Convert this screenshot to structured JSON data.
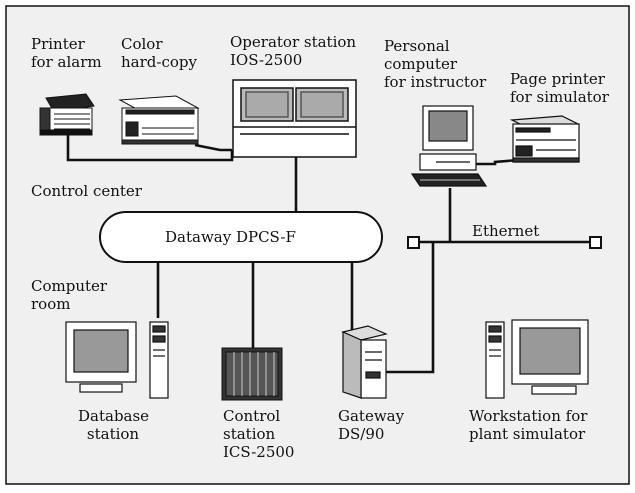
{
  "diagram": {
    "labels": {
      "printer_alarm": [
        "Printer",
        "for alarm"
      ],
      "color_hardcopy": [
        "Color",
        "hard-copy"
      ],
      "operator_station": [
        "Operator station",
        "IOS-2500"
      ],
      "personal_computer": [
        "Personal",
        "computer",
        "for instructor"
      ],
      "page_printer": [
        "Page printer",
        "for simulator"
      ],
      "control_center": "Control center",
      "dataway": "Dataway DPCS-F",
      "ethernet": "Ethernet",
      "computer_room": [
        "Computer",
        "room"
      ],
      "database_station": [
        "Database",
        "station"
      ],
      "control_station": [
        "Control",
        "station",
        "ICS-2500"
      ],
      "gateway": [
        "Gateway",
        "DS/90"
      ],
      "workstation": [
        "Workstation for",
        "plant simulator"
      ]
    },
    "colors": {
      "background": "#f0f0f0",
      "line": "#111111",
      "device_fill": "#ffffff",
      "screen_fill": "#9a9a9a"
    },
    "icons": [
      "printer-icon",
      "hardcopy-printer-icon",
      "operator-console-icon",
      "desktop-pc-icon",
      "page-printer-icon",
      "workstation-icon",
      "tower-pc-icon",
      "rack-controller-icon",
      "gateway-icon"
    ]
  }
}
